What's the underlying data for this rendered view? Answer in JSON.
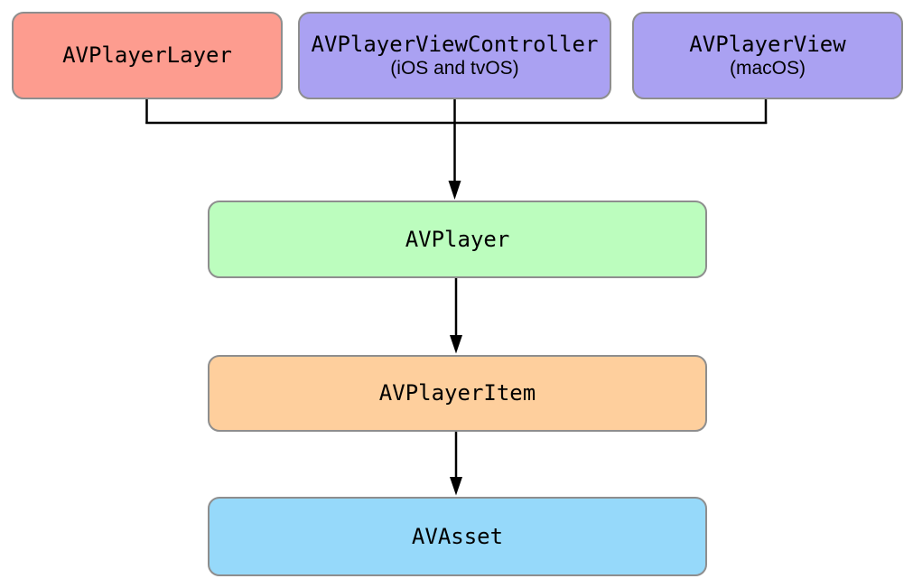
{
  "diagram": {
    "nodes": [
      {
        "id": "avplayerlayer",
        "label": "AVPlayerLayer",
        "fill": "#fd9c8f"
      },
      {
        "id": "avplayerviewcontroller",
        "label": "AVPlayerViewController",
        "subtitle": "(iOS and tvOS)",
        "fill": "#aaa1f2"
      },
      {
        "id": "avplayerview",
        "label": "AVPlayerView",
        "subtitle": "(macOS)",
        "fill": "#aaa1f2"
      },
      {
        "id": "avplayer",
        "label": "AVPlayer",
        "fill": "#bcfdbe"
      },
      {
        "id": "avplayeritem",
        "label": "AVPlayerItem",
        "fill": "#fecf9d"
      },
      {
        "id": "avasset",
        "label": "AVAsset",
        "fill": "#96d9fa"
      }
    ],
    "edges": [
      {
        "from": "avplayerlayer",
        "to": "avplayer"
      },
      {
        "from": "avplayerviewcontroller",
        "to": "avplayer"
      },
      {
        "from": "avplayerview",
        "to": "avplayer"
      },
      {
        "from": "avplayer",
        "to": "avplayeritem"
      },
      {
        "from": "avplayeritem",
        "to": "avasset"
      }
    ],
    "colors": {
      "salmon": "#fd9c8f",
      "purple": "#aaa1f2",
      "green": "#bcfdbe",
      "orange": "#fecf9d",
      "blue": "#96d9fa",
      "border": "#8e8e8e",
      "line": "#000000",
      "background": "#ffffff"
    }
  }
}
